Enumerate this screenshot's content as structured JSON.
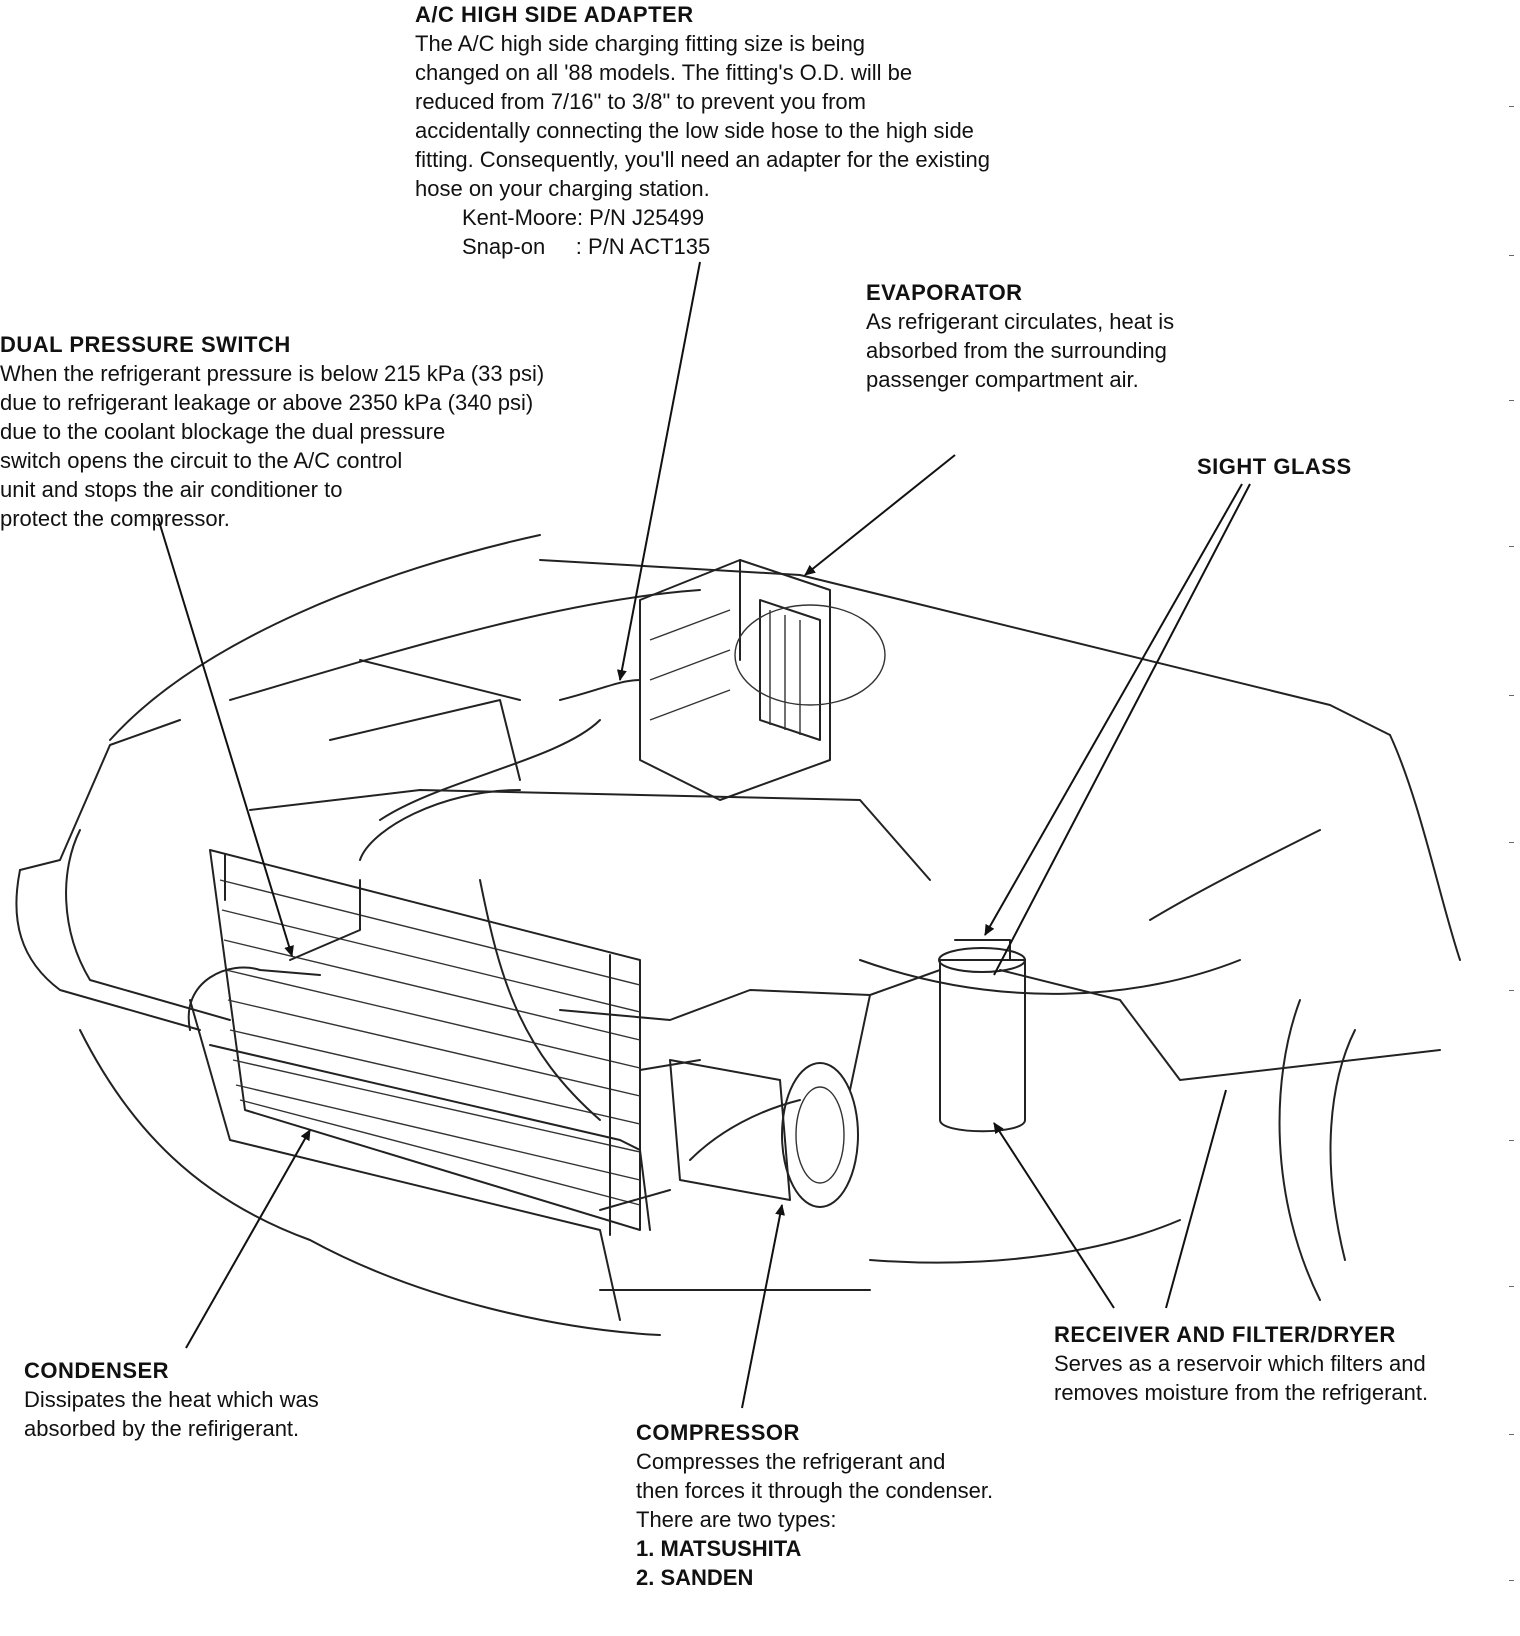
{
  "labels": {
    "high_side_adapter": {
      "title": "A/C HIGH SIDE ADAPTER",
      "lines": [
        "The A/C high side charging fitting size is being",
        "changed on all '88 models. The fitting's O.D. will be",
        "reduced from 7/16\" to 3/8\" to prevent you from",
        "accidentally connecting the low side hose to the high side",
        "fitting. Consequently, you'll need an adapter for the existing",
        "hose on your charging station."
      ],
      "parts": [
        "Kent-Moore: P/N J25499",
        "Snap-on     : P/N ACT135"
      ]
    },
    "evaporator": {
      "title": "EVAPORATOR",
      "lines": [
        "As refrigerant circulates, heat is",
        "absorbed from the surrounding",
        "passenger compartment air."
      ]
    },
    "dual_pressure_switch": {
      "title": "DUAL PRESSURE SWITCH",
      "lines": [
        "When the refrigerant pressure is below 215 kPa (33 psi)",
        "due to refrigerant leakage or above 2350 kPa (340 psi)",
        "due to the coolant blockage the dual pressure",
        "switch opens the circuit to the A/C control",
        "unit and stops the air conditioner to",
        "protect the compressor."
      ]
    },
    "sight_glass": {
      "title": "SIGHT GLASS"
    },
    "condenser": {
      "title": "CONDENSER",
      "lines": [
        "Dissipates the heat which was",
        "absorbed by the refirigerant."
      ]
    },
    "receiver": {
      "title": "RECEIVER AND FILTER/DRYER",
      "lines": [
        "Serves as a reservoir which filters and",
        "removes moisture from the refrigerant."
      ]
    },
    "compressor": {
      "title": "COMPRESSOR",
      "lines": [
        "Compresses the refrigerant and",
        "then forces it through the condenser.",
        "There are two types:"
      ],
      "types": [
        "1. MATSUSHITA",
        "2. SANDEN"
      ]
    }
  },
  "colors": {
    "ink": "#111111",
    "paper": "#ffffff"
  }
}
